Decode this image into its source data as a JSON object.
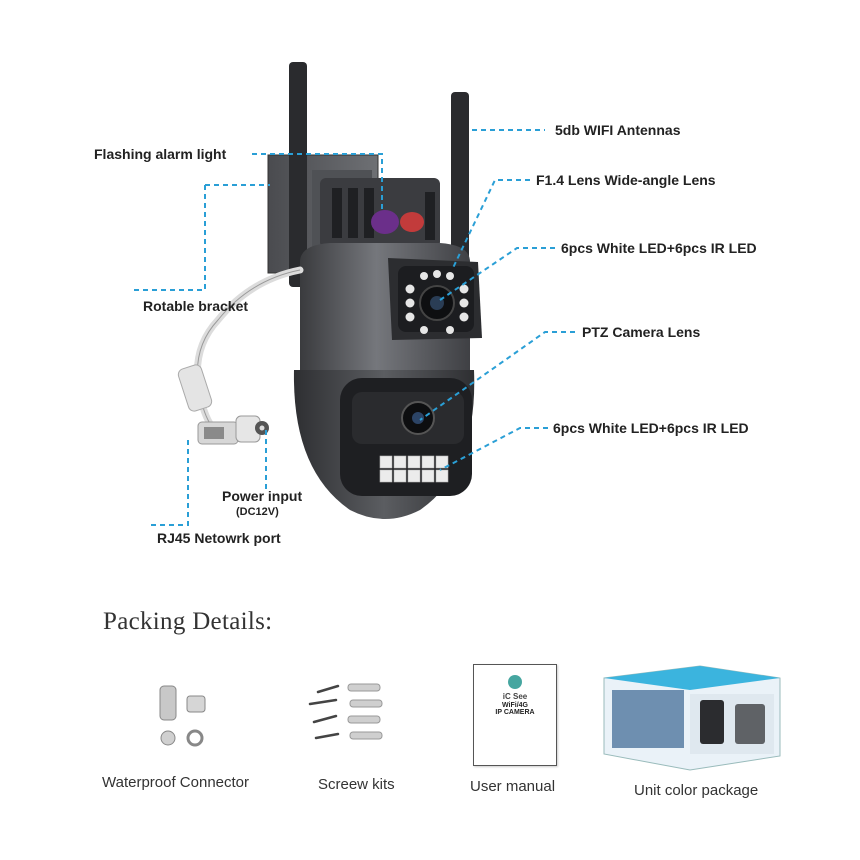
{
  "callouts": {
    "antennas": "5db WIFI Antennas",
    "alarm_light": "Flashing alarm light",
    "wide_lens": "F1.4 Lens Wide-angle Lens",
    "led_top": "6pcs White LED+6pcs IR LED",
    "bracket": "Rotable bracket",
    "ptz_lens": "PTZ Camera Lens",
    "led_bottom": "6pcs White LED+6pcs IR LED",
    "power_input": "Power input",
    "power_spec": "(DC12V)",
    "rj45": "RJ45 Netowrk port"
  },
  "packing": {
    "title": "Packing Details:",
    "items": [
      {
        "caption": "Waterproof Connector"
      },
      {
        "caption": "Screew kits"
      },
      {
        "caption": "User manual"
      },
      {
        "caption": "Unit color package"
      }
    ],
    "manual_cover": {
      "brand": "iC See",
      "line1": "WiFi/4G",
      "line2": "IP CAMERA"
    }
  },
  "colors": {
    "leader_line": "#2a9fd6",
    "camera_body": "#5a5c60",
    "camera_dark": "#2b2c2f",
    "text": "#222222"
  }
}
